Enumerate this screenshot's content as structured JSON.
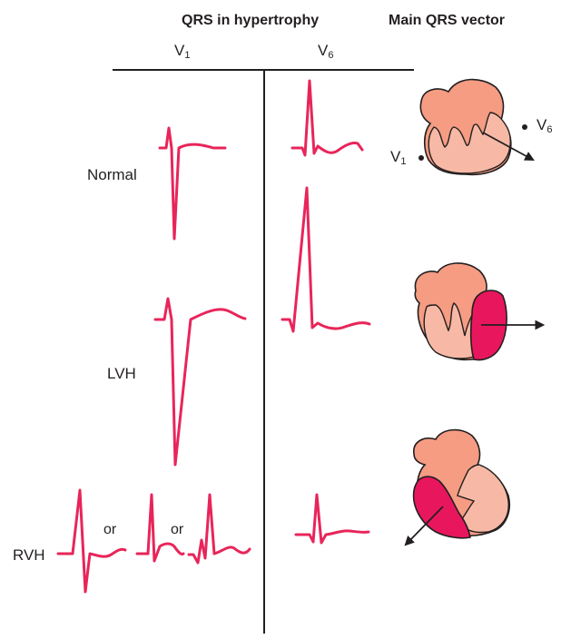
{
  "headers": {
    "qrs_title": "QRS in hypertrophy",
    "vector_title": "Main QRS vector"
  },
  "leads": {
    "v1_letter": "V",
    "v1_sub": "1",
    "v6_letter": "V",
    "v6_sub": "6"
  },
  "rows": {
    "normal": "Normal",
    "lvh": "LVH",
    "rvh": "RVH"
  },
  "rvh_or_1": "or",
  "rvh_or_2": "or",
  "heart_labels": {
    "v1_letter": "V",
    "v1_sub": "1",
    "v6_letter": "V",
    "v6_sub": "6"
  },
  "colors": {
    "ecg_trace": "#e8255a",
    "heart_outer": "#f59c83",
    "heart_inner": "#f7b9a5",
    "hypertrophy": "#e8175d",
    "line": "#231f20"
  }
}
